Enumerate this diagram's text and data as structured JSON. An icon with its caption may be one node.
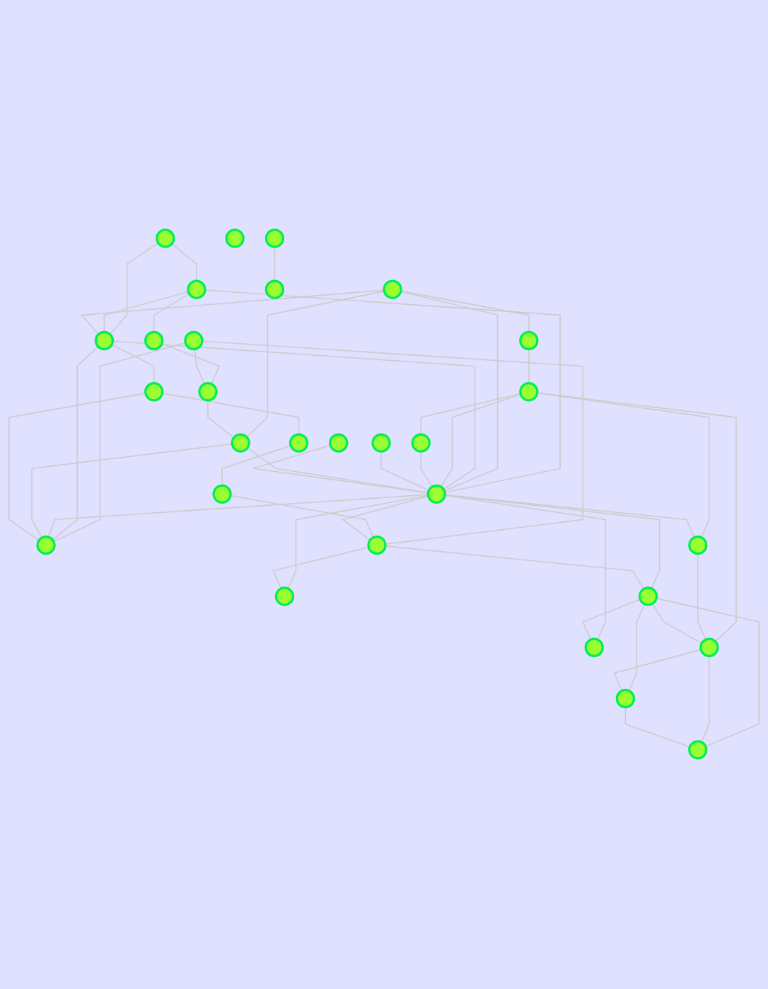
{
  "diagram": {
    "nodes": [
      {
        "text": [],
        "shape": "circle"
      },
      {
        "text": [],
        "shape": "circle"
      },
      {
        "text": [],
        "shape": "circle"
      },
      {
        "text": [],
        "shape": "circle"
      },
      {
        "text": [],
        "shape": "circle"
      },
      {
        "text": [],
        "shape": "circle"
      },
      {
        "text": [],
        "shape": "circle"
      },
      {
        "text": [],
        "shape": "circle"
      },
      {
        "text": [],
        "shape": "circle"
      },
      {
        "text": [],
        "shape": "circle"
      },
      {
        "text": [],
        "shape": "circle"
      },
      {
        "text": [],
        "shape": "circle"
      },
      {
        "text": [],
        "shape": "circle"
      },
      {
        "text": [],
        "shape": "circle"
      },
      {
        "text": [],
        "shape": "circle"
      },
      {
        "text": [],
        "shape": "circle"
      },
      {
        "text": [],
        "shape": "circle"
      },
      {
        "text": [],
        "shape": "circle"
      },
      {
        "text": [],
        "shape": "circle"
      },
      {
        "text": [],
        "shape": "circle"
      },
      {
        "text": [],
        "shape": "circle"
      },
      {
        "text": [],
        "shape": "circle"
      },
      {
        "text": [],
        "shape": "circle"
      },
      {
        "text": [],
        "shape": "circle"
      },
      {
        "text": [],
        "shape": "circle"
      },
      {
        "text": [],
        "shape": "circle"
      },
      {
        "text": [],
        "shape": "circle"
      },
      {
        "text": [],
        "shape": "circle"
      },
      {
        "text": [],
        "shape": "circle"
      }
    ],
    "edges": [
      {
        "from": 0,
        "to": 7,
        "arrow": "none"
      },
      {
        "from": 0,
        "to": 4,
        "arrow": "none"
      },
      {
        "from": 4,
        "to": 5,
        "arrow": "none"
      },
      {
        "from": 5,
        "to": 6,
        "arrow": "none"
      },
      {
        "from": 4,
        "to": 7,
        "arrow": "none"
      },
      {
        "from": 4,
        "to": 18,
        "arrow": "none"
      },
      {
        "from": 3,
        "to": 7,
        "arrow": "none"
      },
      {
        "from": 3,
        "to": 13,
        "arrow": "none"
      },
      {
        "from": 3,
        "to": 8,
        "arrow": "none"
      },
      {
        "from": 3,
        "to": 18,
        "arrow": "none"
      },
      {
        "from": 2,
        "to": 6,
        "arrow": "none"
      },
      {
        "from": 2,
        "to": 12,
        "arrow": "none"
      },
      {
        "from": 2,
        "to": 19,
        "arrow": "none"
      },
      {
        "from": 6,
        "to": 8,
        "arrow": "none"
      },
      {
        "from": 7,
        "to": 12,
        "arrow": "none"
      },
      {
        "from": 7,
        "to": 18,
        "arrow": "none"
      },
      {
        "from": 7,
        "to": 9,
        "arrow": "none"
      },
      {
        "from": 10,
        "to": 11,
        "arrow": "none"
      },
      {
        "from": 9,
        "to": 10,
        "arrow": "none"
      },
      {
        "from": 11,
        "to": 19,
        "arrow": "none"
      },
      {
        "from": 14,
        "to": 25,
        "arrow": "none"
      },
      {
        "from": 13,
        "to": 15,
        "arrow": "none"
      },
      {
        "from": 15,
        "to": 16,
        "arrow": "none"
      },
      {
        "from": 15,
        "to": 18,
        "arrow": "none"
      },
      {
        "from": 15,
        "to": 22,
        "arrow": "none"
      },
      {
        "from": 15,
        "to": 26,
        "arrow": "none"
      },
      {
        "from": 16,
        "to": 18,
        "arrow": "none"
      },
      {
        "from": 17,
        "to": 18,
        "arrow": "none"
      },
      {
        "from": 18,
        "to": 20,
        "arrow": "none"
      },
      {
        "from": 18,
        "to": 12,
        "arrow": "none"
      },
      {
        "from": 18,
        "to": 19,
        "arrow": "none"
      },
      {
        "from": 18,
        "to": 23,
        "arrow": "none"
      },
      {
        "from": 18,
        "to": 24,
        "arrow": "none"
      },
      {
        "from": 18,
        "to": 22,
        "arrow": "none"
      },
      {
        "from": 19,
        "to": 20,
        "arrow": "none"
      },
      {
        "from": 19,
        "to": 23,
        "arrow": "none"
      },
      {
        "from": 22,
        "to": 26,
        "arrow": "none"
      },
      {
        "from": 23,
        "to": 24,
        "arrow": "none"
      },
      {
        "from": 23,
        "to": 26,
        "arrow": "none"
      },
      {
        "from": 23,
        "to": 27,
        "arrow": "none"
      },
      {
        "from": 23,
        "to": 28,
        "arrow": "none"
      },
      {
        "from": 26,
        "to": 27,
        "arrow": "none"
      },
      {
        "from": 26,
        "to": 28,
        "arrow": "none"
      },
      {
        "from": 27,
        "to": 28,
        "arrow": "none"
      },
      {
        "from": 8,
        "to": 12,
        "arrow": "none"
      },
      {
        "from": 8,
        "to": 18,
        "arrow": "none"
      },
      {
        "from": 9,
        "to": 12,
        "arrow": "none"
      },
      {
        "from": 21,
        "to": 18,
        "arrow": "none"
      }
    ]
  }
}
